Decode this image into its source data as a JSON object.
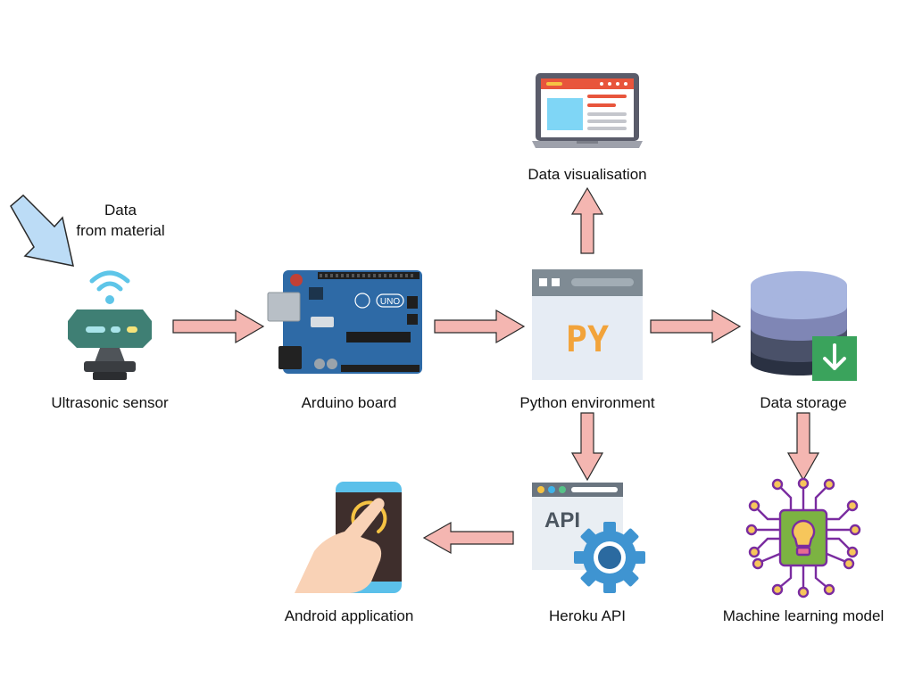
{
  "input": {
    "line1": "Data",
    "line2": "from material"
  },
  "nodes": {
    "sensor": {
      "label": "Ultrasonic sensor",
      "icon": "ultrasonic-sensor-icon"
    },
    "arduino": {
      "label": "Arduino board",
      "icon": "arduino-board-icon",
      "board_text": "UNO"
    },
    "python": {
      "label": "Python environment",
      "icon": "python-window-icon",
      "logo_text": "PY"
    },
    "storage": {
      "label": "Data storage",
      "icon": "database-icon"
    },
    "visualisation": {
      "label": "Data visualisation",
      "icon": "laptop-dashboard-icon"
    },
    "heroku": {
      "label": "Heroku API",
      "icon": "api-gear-icon",
      "api_text": "API"
    },
    "android": {
      "label": "Android application",
      "icon": "touch-phone-icon"
    },
    "ml": {
      "label": "Machine learning model",
      "icon": "ml-chip-icon"
    }
  },
  "edges": [
    {
      "from": "sensor",
      "to": "arduino"
    },
    {
      "from": "arduino",
      "to": "python"
    },
    {
      "from": "python",
      "to": "storage"
    },
    {
      "from": "python",
      "to": "visualisation"
    },
    {
      "from": "python",
      "to": "heroku"
    },
    {
      "from": "heroku",
      "to": "android"
    },
    {
      "from": "storage",
      "to": "ml"
    }
  ],
  "colors": {
    "arrow_fill": "#f4b6b1",
    "arrow_stroke": "#2a2a2a",
    "input_arrow_fill": "#bcdcf6"
  }
}
